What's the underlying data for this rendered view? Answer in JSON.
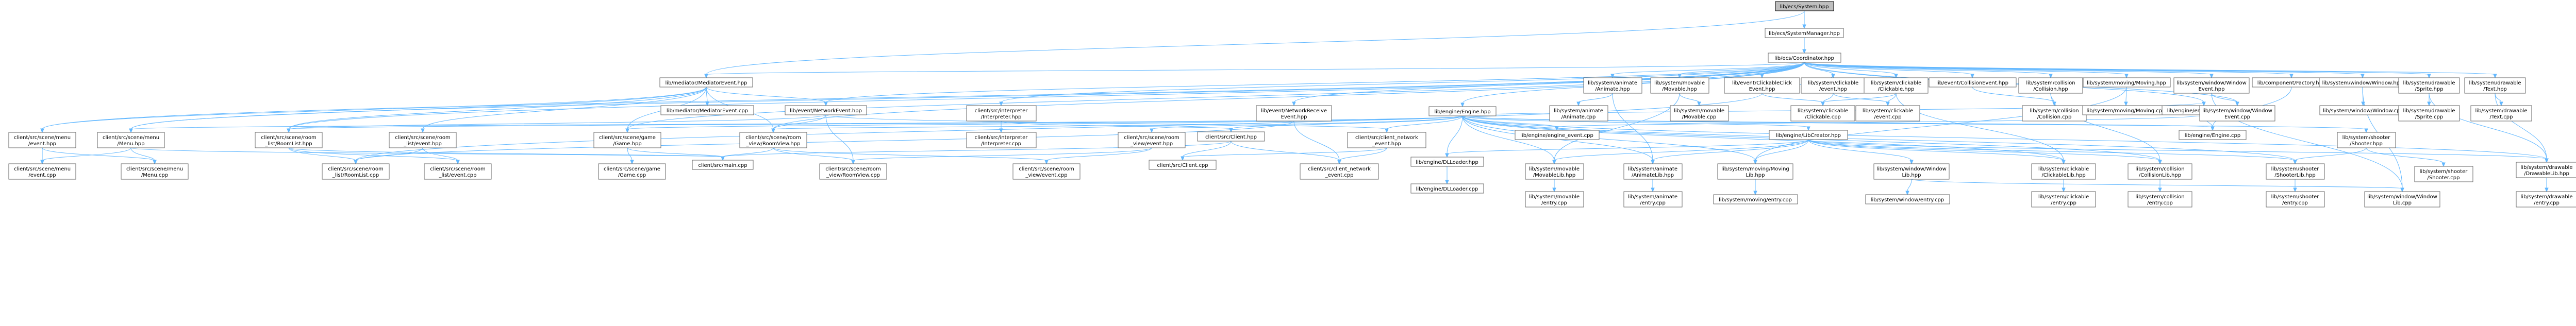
{
  "diagram": {
    "nodes": [
      {
        "id": "root",
        "lines": [
          "lib/ecs/System.hpp"
        ],
        "root": true
      },
      {
        "id": "sysmgr",
        "lines": [
          "lib/ecs/SystemManager.hpp"
        ]
      },
      {
        "id": "coord",
        "lines": [
          "lib/ecs/Coordinator.hpp"
        ]
      },
      {
        "id": "medev",
        "lines": [
          "lib/mediator/MediatorEvent.hpp"
        ]
      },
      {
        "id": "anim_h",
        "lines": [
          "lib/system/animate",
          "/Animate.hpp"
        ]
      },
      {
        "id": "movable_h",
        "lines": [
          "lib/system/movable",
          "/Movable.hpp"
        ]
      },
      {
        "id": "clickev_h",
        "lines": [
          "lib/event/ClickableClick",
          "Event.hpp"
        ]
      },
      {
        "id": "syscl_h",
        "lines": [
          "lib/system/clickable",
          "/event.hpp"
        ]
      },
      {
        "id": "clickable_h",
        "lines": [
          "lib/system/clickable",
          "/Clickable.hpp"
        ]
      },
      {
        "id": "collev_h",
        "lines": [
          "lib/event/CollisionEvent.hpp"
        ]
      },
      {
        "id": "coll_h",
        "lines": [
          "lib/system/collision",
          "/Collision.hpp"
        ]
      },
      {
        "id": "movmov_h",
        "lines": [
          "lib/system/moving/Moving.hpp"
        ]
      },
      {
        "id": "winev_h",
        "lines": [
          "lib/system/window/Window",
          "Event.hpp"
        ]
      },
      {
        "id": "compfac_h",
        "lines": [
          "lib/component/Factory.hpp"
        ]
      },
      {
        "id": "win_h",
        "lines": [
          "lib/system/window/Window.hpp"
        ]
      },
      {
        "id": "sprite_h",
        "lines": [
          "lib/system/drawable",
          "/Sprite.hpp"
        ]
      },
      {
        "id": "text_h",
        "lines": [
          "lib/system/drawable",
          "/Text.hpp"
        ]
      },
      {
        "id": "menuev_h",
        "lines": [
          "client/src/scene/menu",
          "/event.hpp"
        ]
      },
      {
        "id": "medev_cpp",
        "lines": [
          "lib/mediator/MediatorEvent.cpp"
        ]
      },
      {
        "id": "netev_h",
        "lines": [
          "lib/event/NetworkEvent.hpp"
        ]
      },
      {
        "id": "interp_h",
        "lines": [
          "client/src/interpreter",
          "/Interpreter.hpp"
        ]
      },
      {
        "id": "netrecv_h",
        "lines": [
          "lib/event/NetworkReceive",
          "Event.hpp"
        ]
      },
      {
        "id": "engine_h",
        "lines": [
          "lib/engine/Engine.hpp"
        ]
      },
      {
        "id": "anim_cpp",
        "lines": [
          "lib/system/animate",
          "/Animate.cpp"
        ]
      },
      {
        "id": "movable_cpp",
        "lines": [
          "lib/system/movable",
          "/Movable.cpp"
        ]
      },
      {
        "id": "clickable_cpp1",
        "lines": [
          "lib/system/clickable",
          "/Clickable.cpp"
        ]
      },
      {
        "id": "syscl_cpp",
        "lines": [
          "lib/system/clickable",
          "/event.cpp"
        ]
      },
      {
        "id": "coll_cpp",
        "lines": [
          "lib/system/collision",
          "/Collision.cpp"
        ]
      },
      {
        "id": "movmov_cpp",
        "lines": [
          "lib/system/moving/Moving.cpp"
        ]
      },
      {
        "id": "engev_h",
        "lines": [
          "lib/engine/engine_event.hpp"
        ]
      },
      {
        "id": "winev_cpp",
        "lines": [
          "lib/system/window/Window",
          "Event.cpp"
        ]
      },
      {
        "id": "win_cpp",
        "lines": [
          "lib/system/window/Window.cpp"
        ]
      },
      {
        "id": "sprite_cpp",
        "lines": [
          "lib/system/drawable",
          "/Sprite.cpp"
        ]
      },
      {
        "id": "text_cpp",
        "lines": [
          "lib/system/drawable",
          "/Text.cpp"
        ]
      },
      {
        "id": "menu_h",
        "lines": [
          "client/src/scene/menu",
          "/Menu.hpp"
        ]
      },
      {
        "id": "roomlist_h",
        "lines": [
          "client/src/scene/room",
          "_list/RoomList.hpp"
        ]
      },
      {
        "id": "roomlistev_h",
        "lines": [
          "client/src/scene/room",
          "_list/event.hpp"
        ]
      },
      {
        "id": "game_h",
        "lines": [
          "client/src/scene/game",
          "/Game.hpp"
        ]
      },
      {
        "id": "roomview_h",
        "lines": [
          "client/src/scene/room",
          "_view/RoomView.hpp"
        ]
      },
      {
        "id": "interp_cpp",
        "lines": [
          "client/src/interpreter",
          "/Interpreter.cpp"
        ]
      },
      {
        "id": "roomviewev_h",
        "lines": [
          "client/src/scene/room",
          "_view/event.hpp"
        ]
      },
      {
        "id": "client_h",
        "lines": [
          "client/src/Client.hpp"
        ]
      },
      {
        "id": "netclient_h",
        "lines": [
          "client/src/client_network",
          "_event.hpp"
        ]
      },
      {
        "id": "engev_cpp",
        "lines": [
          "lib/engine/engine_event.cpp"
        ]
      },
      {
        "id": "libcreator_h",
        "lines": [
          "lib/engine/LibCreator.hpp"
        ]
      },
      {
        "id": "engine_cpp",
        "lines": [
          "lib/engine/Engine.cpp"
        ]
      },
      {
        "id": "shooter_h",
        "lines": [
          "lib/system/shooter",
          "/Shooter.hpp"
        ]
      },
      {
        "id": "menuev_cpp",
        "lines": [
          "client/src/scene/menu",
          "/event.cpp"
        ]
      },
      {
        "id": "menu_cpp",
        "lines": [
          "client/src/scene/menu",
          "/Menu.cpp"
        ]
      },
      {
        "id": "roomlist_cpp",
        "lines": [
          "client/src/scene/room",
          "_list/RoomList.cpp"
        ]
      },
      {
        "id": "roomlistev_cpp",
        "lines": [
          "client/src/scene/room",
          "_list/event.cpp"
        ]
      },
      {
        "id": "game_cpp",
        "lines": [
          "client/src/scene/game",
          "/Game.cpp"
        ]
      },
      {
        "id": "main_cpp",
        "lines": [
          "client/src/main.cpp"
        ]
      },
      {
        "id": "roomview_cpp",
        "lines": [
          "client/src/scene/room",
          "_view/RoomView.cpp"
        ]
      },
      {
        "id": "roomviewev_cpp",
        "lines": [
          "client/src/scene/room",
          "_view/event.cpp"
        ]
      },
      {
        "id": "client_cpp",
        "lines": [
          "client/src/Client.cpp"
        ]
      },
      {
        "id": "netclient_cpp",
        "lines": [
          "client/src/client_network",
          "_event.cpp"
        ]
      },
      {
        "id": "dlloader_h",
        "lines": [
          "lib/engine/DLLoader.hpp"
        ]
      },
      {
        "id": "movablelib_h",
        "lines": [
          "lib/system/movable",
          "/MovableLib.hpp"
        ]
      },
      {
        "id": "animlib_h",
        "lines": [
          "lib/system/animate",
          "/AnimateLib.hpp"
        ]
      },
      {
        "id": "movinglib_h",
        "lines": [
          "lib/system/moving/Moving",
          "Lib.hpp"
        ]
      },
      {
        "id": "winlib_h",
        "lines": [
          "lib/system/window/Window",
          "Lib.hpp"
        ]
      },
      {
        "id": "clickablelib_h",
        "lines": [
          "lib/system/clickable",
          "/ClickableLib.hpp"
        ]
      },
      {
        "id": "colllib_h",
        "lines": [
          "lib/system/collision",
          "/CollisionLib.hpp"
        ]
      },
      {
        "id": "shooterlib_h",
        "lines": [
          "lib/system/shooter",
          "/ShooterLib.hpp"
        ]
      },
      {
        "id": "drawablelib_h",
        "lines": [
          "lib/system/drawable",
          "/DrawableLib.hpp"
        ]
      },
      {
        "id": "shooter_cpp",
        "lines": [
          "lib/system/shooter",
          "/Shooter.cpp"
        ]
      },
      {
        "id": "dlloader_cpp",
        "lines": [
          "lib/engine/DLLoader.cpp"
        ]
      },
      {
        "id": "movable_entry",
        "lines": [
          "lib/system/movable",
          "/entry.cpp"
        ]
      },
      {
        "id": "anim_entry",
        "lines": [
          "lib/system/animate",
          "/entry.cpp"
        ]
      },
      {
        "id": "moving_entry",
        "lines": [
          "lib/system/moving/entry.cpp"
        ]
      },
      {
        "id": "win_entry",
        "lines": [
          "lib/system/window/entry.cpp"
        ]
      },
      {
        "id": "clickable_entry",
        "lines": [
          "lib/system/clickable",
          "/entry.cpp"
        ]
      },
      {
        "id": "coll_entry",
        "lines": [
          "lib/system/collision",
          "/entry.cpp"
        ]
      },
      {
        "id": "shooter_entry",
        "lines": [
          "lib/system/shooter",
          "/entry.cpp"
        ]
      },
      {
        "id": "winlib_cpp",
        "lines": [
          "lib/system/window/Window",
          "Lib.cpp"
        ]
      },
      {
        "id": "drawable_entry",
        "lines": [
          "lib/system/drawable",
          "/entry.cpp"
        ]
      }
    ],
    "edges": [
      [
        "root",
        "sysmgr"
      ],
      [
        "root",
        "coord"
      ],
      [
        "sysmgr",
        "coord"
      ],
      [
        "root",
        "medev"
      ],
      [
        "coord",
        "medev"
      ],
      [
        "coord",
        "anim_h"
      ],
      [
        "coord",
        "movable_h"
      ],
      [
        "coord",
        "clickev_h"
      ],
      [
        "coord",
        "syscl_h"
      ],
      [
        "coord",
        "clickable_h"
      ],
      [
        "coord",
        "collev_h"
      ],
      [
        "coord",
        "coll_h"
      ],
      [
        "coord",
        "movmov_h"
      ],
      [
        "coord",
        "winev_h"
      ],
      [
        "coord",
        "compfac_h"
      ],
      [
        "coord",
        "win_h"
      ],
      [
        "coord",
        "sprite_h"
      ],
      [
        "coord",
        "text_h"
      ],
      [
        "coord",
        "menuev_h"
      ],
      [
        "coord",
        "netev_h"
      ],
      [
        "coord",
        "interp_h"
      ],
      [
        "coord",
        "netrecv_h"
      ],
      [
        "coord",
        "engine_h"
      ],
      [
        "coord",
        "menu_h"
      ],
      [
        "coord",
        "roomlist_h"
      ],
      [
        "coord",
        "game_h"
      ],
      [
        "coord",
        "roomview_h"
      ],
      [
        "coord",
        "winev_cpp"
      ],
      [
        "coord",
        "engev_h"
      ],
      [
        "medev",
        "medev_cpp"
      ],
      [
        "medev",
        "netev_h"
      ],
      [
        "medev",
        "menu_h"
      ],
      [
        "medev",
        "roomlist_h"
      ],
      [
        "medev",
        "roomlistev_h"
      ],
      [
        "medev",
        "game_h"
      ],
      [
        "medev",
        "roomview_h"
      ],
      [
        "medev",
        "menuev_h"
      ],
      [
        "anim_h",
        "anim_cpp"
      ],
      [
        "anim_h",
        "animlib_h"
      ],
      [
        "movable_h",
        "movable_cpp"
      ],
      [
        "movable_h",
        "movablelib_h"
      ],
      [
        "clickev_h",
        "syscl_h"
      ],
      [
        "clickev_h",
        "clickable_cpp1"
      ],
      [
        "clickev_h",
        "roomlist_cpp"
      ],
      [
        "syscl_h",
        "syscl_cpp"
      ],
      [
        "syscl_h",
        "clickable_cpp1"
      ],
      [
        "clickable_h",
        "clickable_cpp1"
      ],
      [
        "clickable_h",
        "syscl_cpp"
      ],
      [
        "clickable_h",
        "clickablelib_h"
      ],
      [
        "collev_h",
        "coll_cpp"
      ],
      [
        "coll_h",
        "coll_cpp"
      ],
      [
        "coll_h",
        "colllib_h"
      ],
      [
        "movmov_h",
        "movmov_cpp"
      ],
      [
        "movmov_h",
        "movinglib_h"
      ],
      [
        "winev_h",
        "winev_cpp"
      ],
      [
        "winev_h",
        "winlib_cpp"
      ],
      [
        "compfac_h",
        "engine_cpp"
      ],
      [
        "win_h",
        "win_cpp"
      ],
      [
        "win_h",
        "winlib_cpp"
      ],
      [
        "sprite_h",
        "sprite_cpp"
      ],
      [
        "sprite_h",
        "drawablelib_h"
      ],
      [
        "text_h",
        "text_cpp"
      ],
      [
        "text_h",
        "drawablelib_h"
      ],
      [
        "menuev_h",
        "menuev_cpp"
      ],
      [
        "menuev_h",
        "menu_cpp"
      ],
      [
        "netev_h",
        "roomlist_h"
      ],
      [
        "netev_h",
        "roomview_h"
      ],
      [
        "netev_h",
        "netclient_h"
      ],
      [
        "netev_h",
        "roomview_cpp"
      ],
      [
        "interp_h",
        "interp_cpp"
      ],
      [
        "interp_h",
        "client_h"
      ],
      [
        "netrecv_h",
        "roomview_h"
      ],
      [
        "netrecv_h",
        "netclient_cpp"
      ],
      [
        "netrecv_h",
        "roomlist_cpp"
      ],
      [
        "engine_h",
        "engine_cpp"
      ],
      [
        "engine_h",
        "client_h"
      ],
      [
        "engine_h",
        "engev_h"
      ],
      [
        "engine_h",
        "libcreator_h"
      ],
      [
        "engine_h",
        "dlloader_h"
      ],
      [
        "engine_h",
        "movablelib_h"
      ],
      [
        "engine_h",
        "animlib_h"
      ],
      [
        "engine_h",
        "movinglib_h"
      ],
      [
        "engine_h",
        "clickablelib_h"
      ],
      [
        "engine_h",
        "colllib_h"
      ],
      [
        "engine_h",
        "shooterlib_h"
      ],
      [
        "engine_h",
        "drawablelib_h"
      ],
      [
        "engine_h",
        "roomviewev_h"
      ],
      [
        "engine_h",
        "netclient_h"
      ],
      [
        "engine_h",
        "engev_cpp"
      ],
      [
        "engine_h",
        "shooter_h"
      ],
      [
        "engine_h",
        "game_h"
      ],
      [
        "engine_h",
        "menu_h"
      ],
      [
        "engine_h",
        "roomlist_h"
      ],
      [
        "engev_h",
        "engev_cpp"
      ],
      [
        "engev_h",
        "engine_cpp"
      ],
      [
        "menu_h",
        "menu_cpp"
      ],
      [
        "menu_h",
        "menuev_cpp"
      ],
      [
        "menu_h",
        "main_cpp"
      ],
      [
        "roomlist_h",
        "roomlist_cpp"
      ],
      [
        "roomlist_h",
        "roomlistev_cpp"
      ],
      [
        "roomlist_h",
        "main_cpp"
      ],
      [
        "roomlistev_h",
        "roomlistev_cpp"
      ],
      [
        "roomlistev_h",
        "roomlist_cpp"
      ],
      [
        "game_h",
        "game_cpp"
      ],
      [
        "game_h",
        "main_cpp"
      ],
      [
        "roomview_h",
        "roomview_cpp"
      ],
      [
        "roomview_h",
        "roomviewev_cpp"
      ],
      [
        "roomview_h",
        "main_cpp"
      ],
      [
        "roomviewev_h",
        "roomviewev_cpp"
      ],
      [
        "roomviewev_h",
        "roomview_cpp"
      ],
      [
        "client_h",
        "client_cpp"
      ],
      [
        "client_h",
        "main_cpp"
      ],
      [
        "client_h",
        "netclient_cpp"
      ],
      [
        "netclient_h",
        "netclient_cpp"
      ],
      [
        "netclient_h",
        "client_cpp"
      ],
      [
        "libcreator_h",
        "dlloader_h"
      ],
      [
        "libcreator_h",
        "movablelib_h"
      ],
      [
        "libcreator_h",
        "animlib_h"
      ],
      [
        "libcreator_h",
        "movinglib_h"
      ],
      [
        "libcreator_h",
        "winlib_h"
      ],
      [
        "libcreator_h",
        "clickablelib_h"
      ],
      [
        "libcreator_h",
        "colllib_h"
      ],
      [
        "libcreator_h",
        "shooterlib_h"
      ],
      [
        "libcreator_h",
        "drawablelib_h"
      ],
      [
        "shooter_h",
        "shooter_cpp"
      ],
      [
        "shooter_h",
        "shooterlib_h"
      ],
      [
        "dlloader_h",
        "dlloader_cpp"
      ],
      [
        "movablelib_h",
        "movable_entry"
      ],
      [
        "animlib_h",
        "anim_entry"
      ],
      [
        "movinglib_h",
        "moving_entry"
      ],
      [
        "winlib_h",
        "win_entry"
      ],
      [
        "winlib_h",
        "winlib_cpp"
      ],
      [
        "clickablelib_h",
        "clickable_entry"
      ],
      [
        "colllib_h",
        "coll_entry"
      ],
      [
        "shooterlib_h",
        "shooter_entry"
      ],
      [
        "drawablelib_h",
        "drawable_entry"
      ]
    ]
  }
}
